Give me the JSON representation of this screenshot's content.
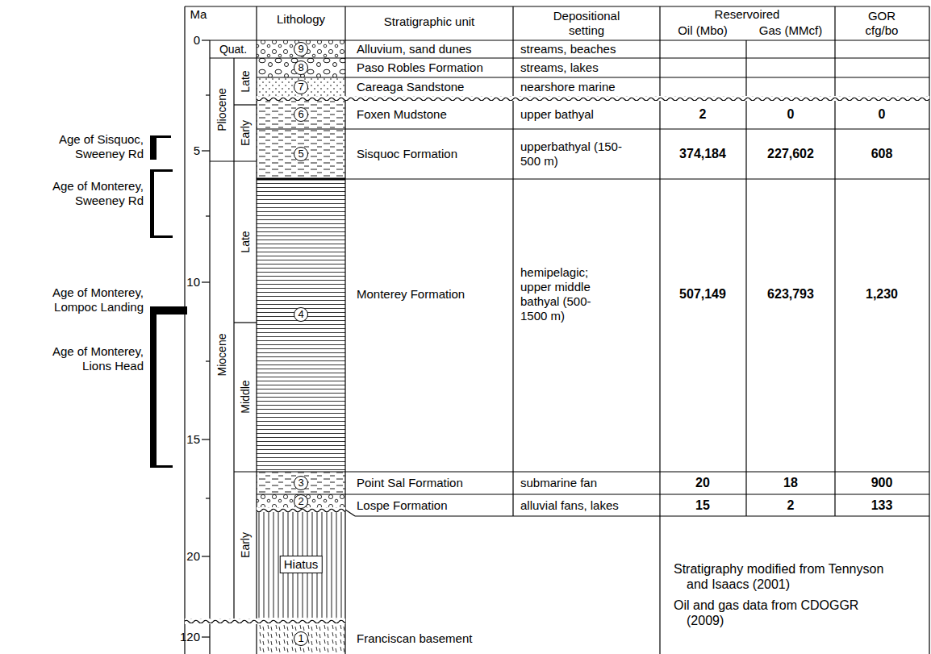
{
  "diagram": {
    "labels": [
      "Ma",
      "Lithology",
      "Stratigraphic unit",
      "Depositional setting",
      "Reservoired",
      "Oil (Mbo)",
      "Gas (MMcf)",
      "GOR cfg/bo",
      "0",
      "5",
      "10",
      "15",
      "20",
      "120",
      "Quat.",
      "Pliocene",
      "Late",
      "Early",
      "Miocene",
      "Late",
      "Middle",
      "Early",
      "Age of Sisquoc, Sweeney Rd",
      "Age of Monterey, Sweeney Rd",
      "Age of Monterey, Lompoc Landing",
      "Age of Monterey, Lions Head",
      "9",
      "8",
      "7",
      "6",
      "5",
      "4",
      "3",
      "2",
      "Hiatus",
      "1",
      "Alluvium, sand dunes",
      "streams, beaches",
      "Paso Robles Formation",
      "streams, lakes",
      "Careaga Sandstone",
      "nearshore marine",
      "Foxen Mudstone",
      "upper bathyal",
      "2",
      "0",
      "0",
      "Sisquoc Formation",
      "upperbathyal (150-500 m)",
      "374,184",
      "227,602",
      "608",
      "Monterey Formation",
      "hemipelagic; upper middle bathyal (500-1500 m)",
      "507,149",
      "623,793",
      "1,230",
      "Point Sal Formation",
      "submarine fan",
      "20",
      "18",
      "900",
      "Lospe Formation",
      "alluvial fans, lakes",
      "15",
      "2",
      "133",
      "Franciscan basement",
      "Stratigraphy modified from Tennyson and Isaacs (2001)",
      "Oil and gas data from CDOGGR (2009)"
    ]
  }
}
